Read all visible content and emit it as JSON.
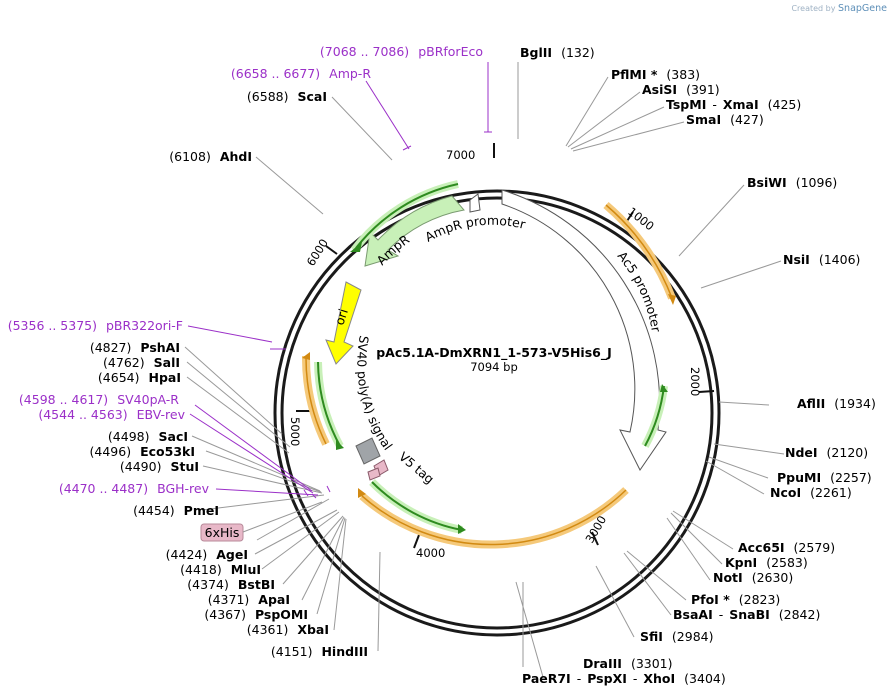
{
  "credit": {
    "prefix": "Created by",
    "brand": "SnapGene"
  },
  "plasmid": {
    "name": "pAc5.1A-DmXRN1_1-573-V5His6_J",
    "length_label": "7094 bp"
  },
  "ticks": [
    "1000",
    "2000",
    "3000",
    "4000",
    "5000",
    "6000",
    "7000"
  ],
  "sites": [
    {
      "name": "BglII",
      "pos": "(132)"
    },
    {
      "name": "PflMI *",
      "pos": "(383)"
    },
    {
      "name": "AsiSI",
      "pos": "(391)"
    },
    {
      "name": "TspMI",
      "sep": "-",
      "name2": "XmaI",
      "pos": "(425)"
    },
    {
      "name": "SmaI",
      "pos": "(427)"
    },
    {
      "name": "BsiWI",
      "pos": "(1096)"
    },
    {
      "name": "NsiI",
      "pos": "(1406)"
    },
    {
      "name": "AflII",
      "pos": "(1934)"
    },
    {
      "name": "NdeI",
      "pos": "(2120)"
    },
    {
      "name": "PpuMI",
      "pos": "(2257)"
    },
    {
      "name": "NcoI",
      "pos": "(2261)"
    },
    {
      "name": "Acc65I",
      "pos": "(2579)"
    },
    {
      "name": "KpnI",
      "pos": "(2583)"
    },
    {
      "name": "NotI",
      "pos": "(2630)"
    },
    {
      "name": "PfoI *",
      "pos": "(2823)"
    },
    {
      "name": "BsaAI",
      "sep": "-",
      "name2": "SnaBI",
      "pos": "(2842)"
    },
    {
      "name": "SfiI",
      "pos": "(2984)"
    },
    {
      "name": "DraIII",
      "pos": "(3301)"
    },
    {
      "name": "PaeR7I",
      "sep": "-",
      "name2": "PspXI",
      "sep2": "-",
      "name3": "XhoI",
      "pos": "(3404)"
    },
    {
      "name": "HindIII",
      "pos": "(4151)"
    },
    {
      "name": "XbaI",
      "pos": "(4361)"
    },
    {
      "name": "PspOMI",
      "pos": "(4367)"
    },
    {
      "name": "ApaI",
      "pos": "(4371)"
    },
    {
      "name": "BstBI",
      "pos": "(4374)"
    },
    {
      "name": "MluI",
      "pos": "(4418)"
    },
    {
      "name": "AgeI",
      "pos": "(4424)"
    },
    {
      "name": "PmeI",
      "pos": "(4454)"
    },
    {
      "name": "StuI",
      "pos": "(4490)"
    },
    {
      "name": "Eco53kI",
      "pos": "(4496)"
    },
    {
      "name": "SacI",
      "pos": "(4498)"
    },
    {
      "name": "HpaI",
      "pos": "(4654)"
    },
    {
      "name": "SalI",
      "pos": "(4762)"
    },
    {
      "name": "PshAI",
      "pos": "(4827)"
    },
    {
      "name": "AhdI",
      "pos": "(6108)"
    },
    {
      "name": "ScaI",
      "pos": "(6588)"
    }
  ],
  "primers": [
    {
      "range": "(7068 .. 7086)",
      "name": "pBRforEco"
    },
    {
      "range": "(6658 .. 6677)",
      "name": "Amp-R"
    },
    {
      "range": "(5356 .. 5375)",
      "name": "pBR322ori-F"
    },
    {
      "range": "(4598 .. 4617)",
      "name": "SV40pA-R"
    },
    {
      "range": "(4544 .. 4563)",
      "name": "EBV-rev"
    },
    {
      "range": "(4470 .. 4487)",
      "name": "BGH-rev"
    }
  ],
  "features": {
    "ampr": "AmpR",
    "ampr_promoter": "AmpR promoter",
    "ac5_promoter": "Ac5 promoter",
    "ori": "ori",
    "sv40_polya": "SV40 poly(A) signal",
    "v5_tag": "V5 tag",
    "his_tag": "6xHis"
  },
  "colors": {
    "primer": "#9b30c8",
    "orf_fill": "#f5c97a",
    "orf_stroke": "#d28a12",
    "gene_fill": "#c8f0b8",
    "gene_stroke": "#2e8b1f",
    "ori_fill": "#ffff00",
    "his_fill": "#e8b8c8"
  }
}
